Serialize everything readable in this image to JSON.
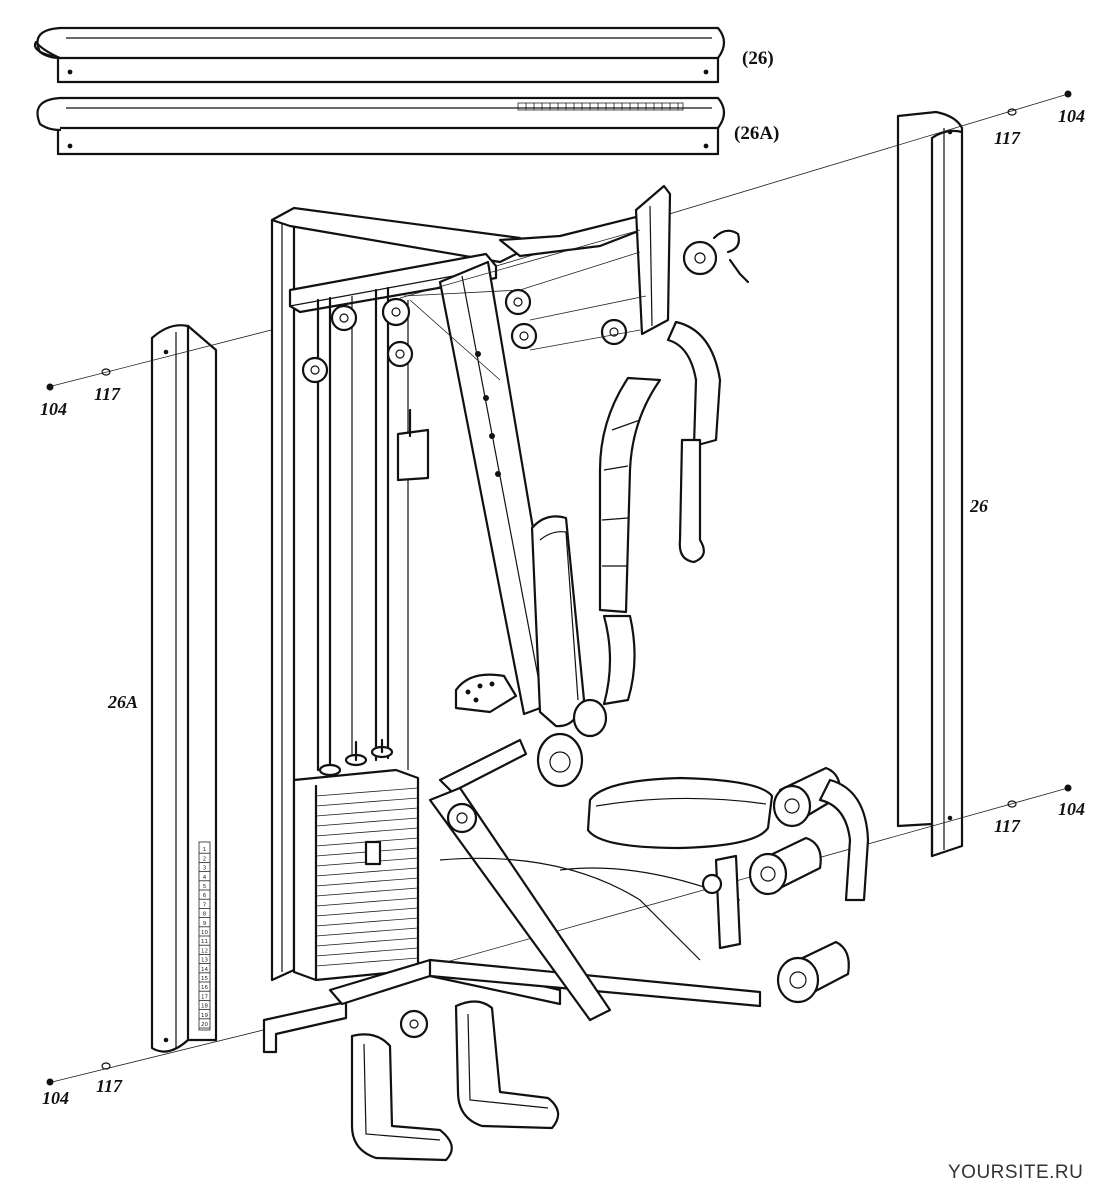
{
  "labels": {
    "top_cover": "(26)",
    "top_cover_a": "(26A)",
    "shroud_left": "26A",
    "shroud_right": "26",
    "bolt_top_left": "104",
    "washer_top_left": "117",
    "bolt_bottom_left": "104",
    "washer_bottom_left": "117",
    "bolt_top_right": "104",
    "washer_top_right": "117",
    "bolt_bottom_right": "104",
    "washer_bottom_right": "117"
  },
  "weight_plates": [
    "1",
    "2",
    "3",
    "4",
    "5",
    "6",
    "7",
    "8",
    "9",
    "10",
    "11",
    "12",
    "13",
    "14",
    "15",
    "16",
    "17",
    "18",
    "19",
    "20"
  ],
  "watermark": "YOURSITE.RU"
}
